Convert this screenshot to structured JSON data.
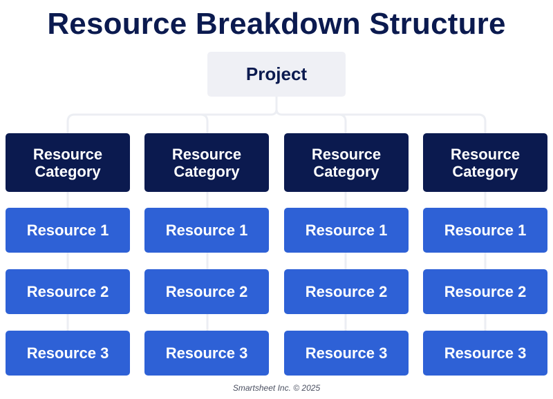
{
  "title": "Resource Breakdown Structure",
  "project": {
    "label": "Project"
  },
  "categories": [
    {
      "label": "Resource Category",
      "resources": [
        "Resource 1",
        "Resource 2",
        "Resource 3"
      ]
    },
    {
      "label": "Resource Category",
      "resources": [
        "Resource 1",
        "Resource 2",
        "Resource 3"
      ]
    },
    {
      "label": "Resource Category",
      "resources": [
        "Resource 1",
        "Resource 2",
        "Resource 3"
      ]
    },
    {
      "label": "Resource Category",
      "resources": [
        "Resource 1",
        "Resource 2",
        "Resource 3"
      ]
    }
  ],
  "footer": "Smartsheet Inc. © 2025",
  "colors": {
    "title": "#0b1a4f",
    "project_bg": "#eff0f5",
    "category_bg": "#0b1a4f",
    "resource_bg": "#2e61d6",
    "connector": "#eceef3"
  }
}
